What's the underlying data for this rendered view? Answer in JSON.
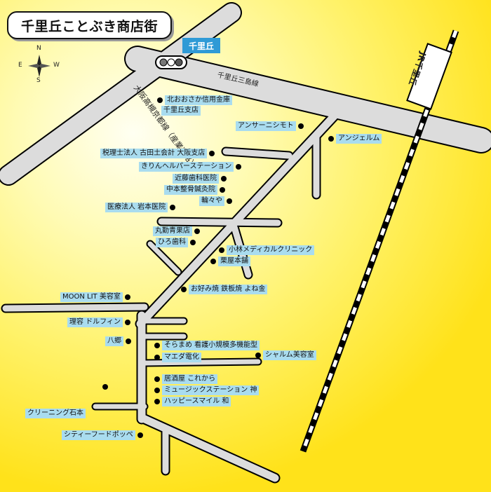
{
  "title": "千里丘ことぶき商店街",
  "station": {
    "label": "千里丘"
  },
  "compass": {
    "n": "N",
    "s": "S",
    "e": "E",
    "w": "W"
  },
  "roads": {
    "main": "千里丘三島線",
    "route": "大阪高槻京都線（産業道路）",
    "rail": "JR千里丘"
  },
  "shops": {
    "shinkin": "北おおさか信用金庫",
    "shinkin2": "千里丘支店",
    "answer": "アンサーニシモト",
    "angel": "アンジェルム",
    "zeirishi": "税理士法人 古田土会計 大阪支店",
    "kirin": "きりんヘルパーステーション",
    "kondo": "近藤歯科医院",
    "nakamoto": "中本整骨鍼灸院",
    "wawaya": "輪々や",
    "iwamoto": "医療法人 岩本医院",
    "marukin": "丸勤青果店",
    "hiro": "ひろ歯科",
    "kobayashi": "小林メディカルクリニック",
    "kuriya": "栗屋本舗",
    "okonomi": "お好み焼 鉄板焼 よね金",
    "moonlit": "MOON LIT 美容室",
    "dolphin": "理容 ドルフィン",
    "hachigo": "八郷",
    "soramame": "そらまめ 看護小規模多機能型",
    "maeda": "マエダ電化",
    "sharum": "シャルム美容室",
    "korekara": "居酒屋 これから",
    "jin": "ミュージックステーション 神",
    "happy": "ハッピースマイル 和",
    "ishimoto": "クリーニング石本",
    "poppe": "シティーフードポッペ"
  }
}
